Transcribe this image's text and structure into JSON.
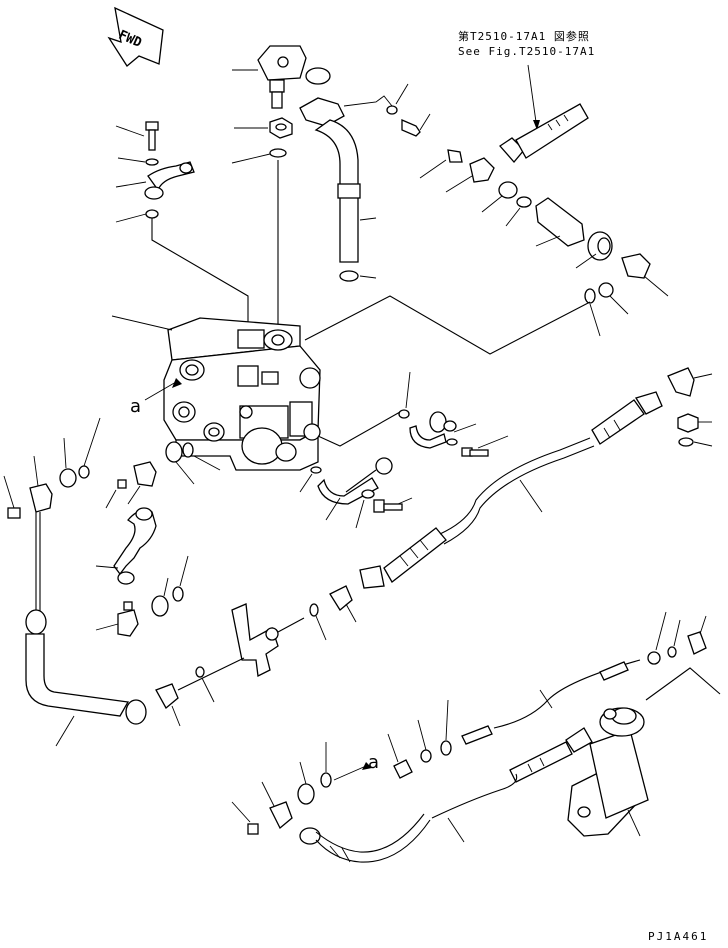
{
  "reference": {
    "jp": "第T2510-17A1 図参照",
    "en": "See Fig.T2510-17A1"
  },
  "fwd_label": "FWD",
  "callouts": {
    "a_upper": "a",
    "a_lower": "a"
  },
  "drawing_code": "PJ1A461"
}
